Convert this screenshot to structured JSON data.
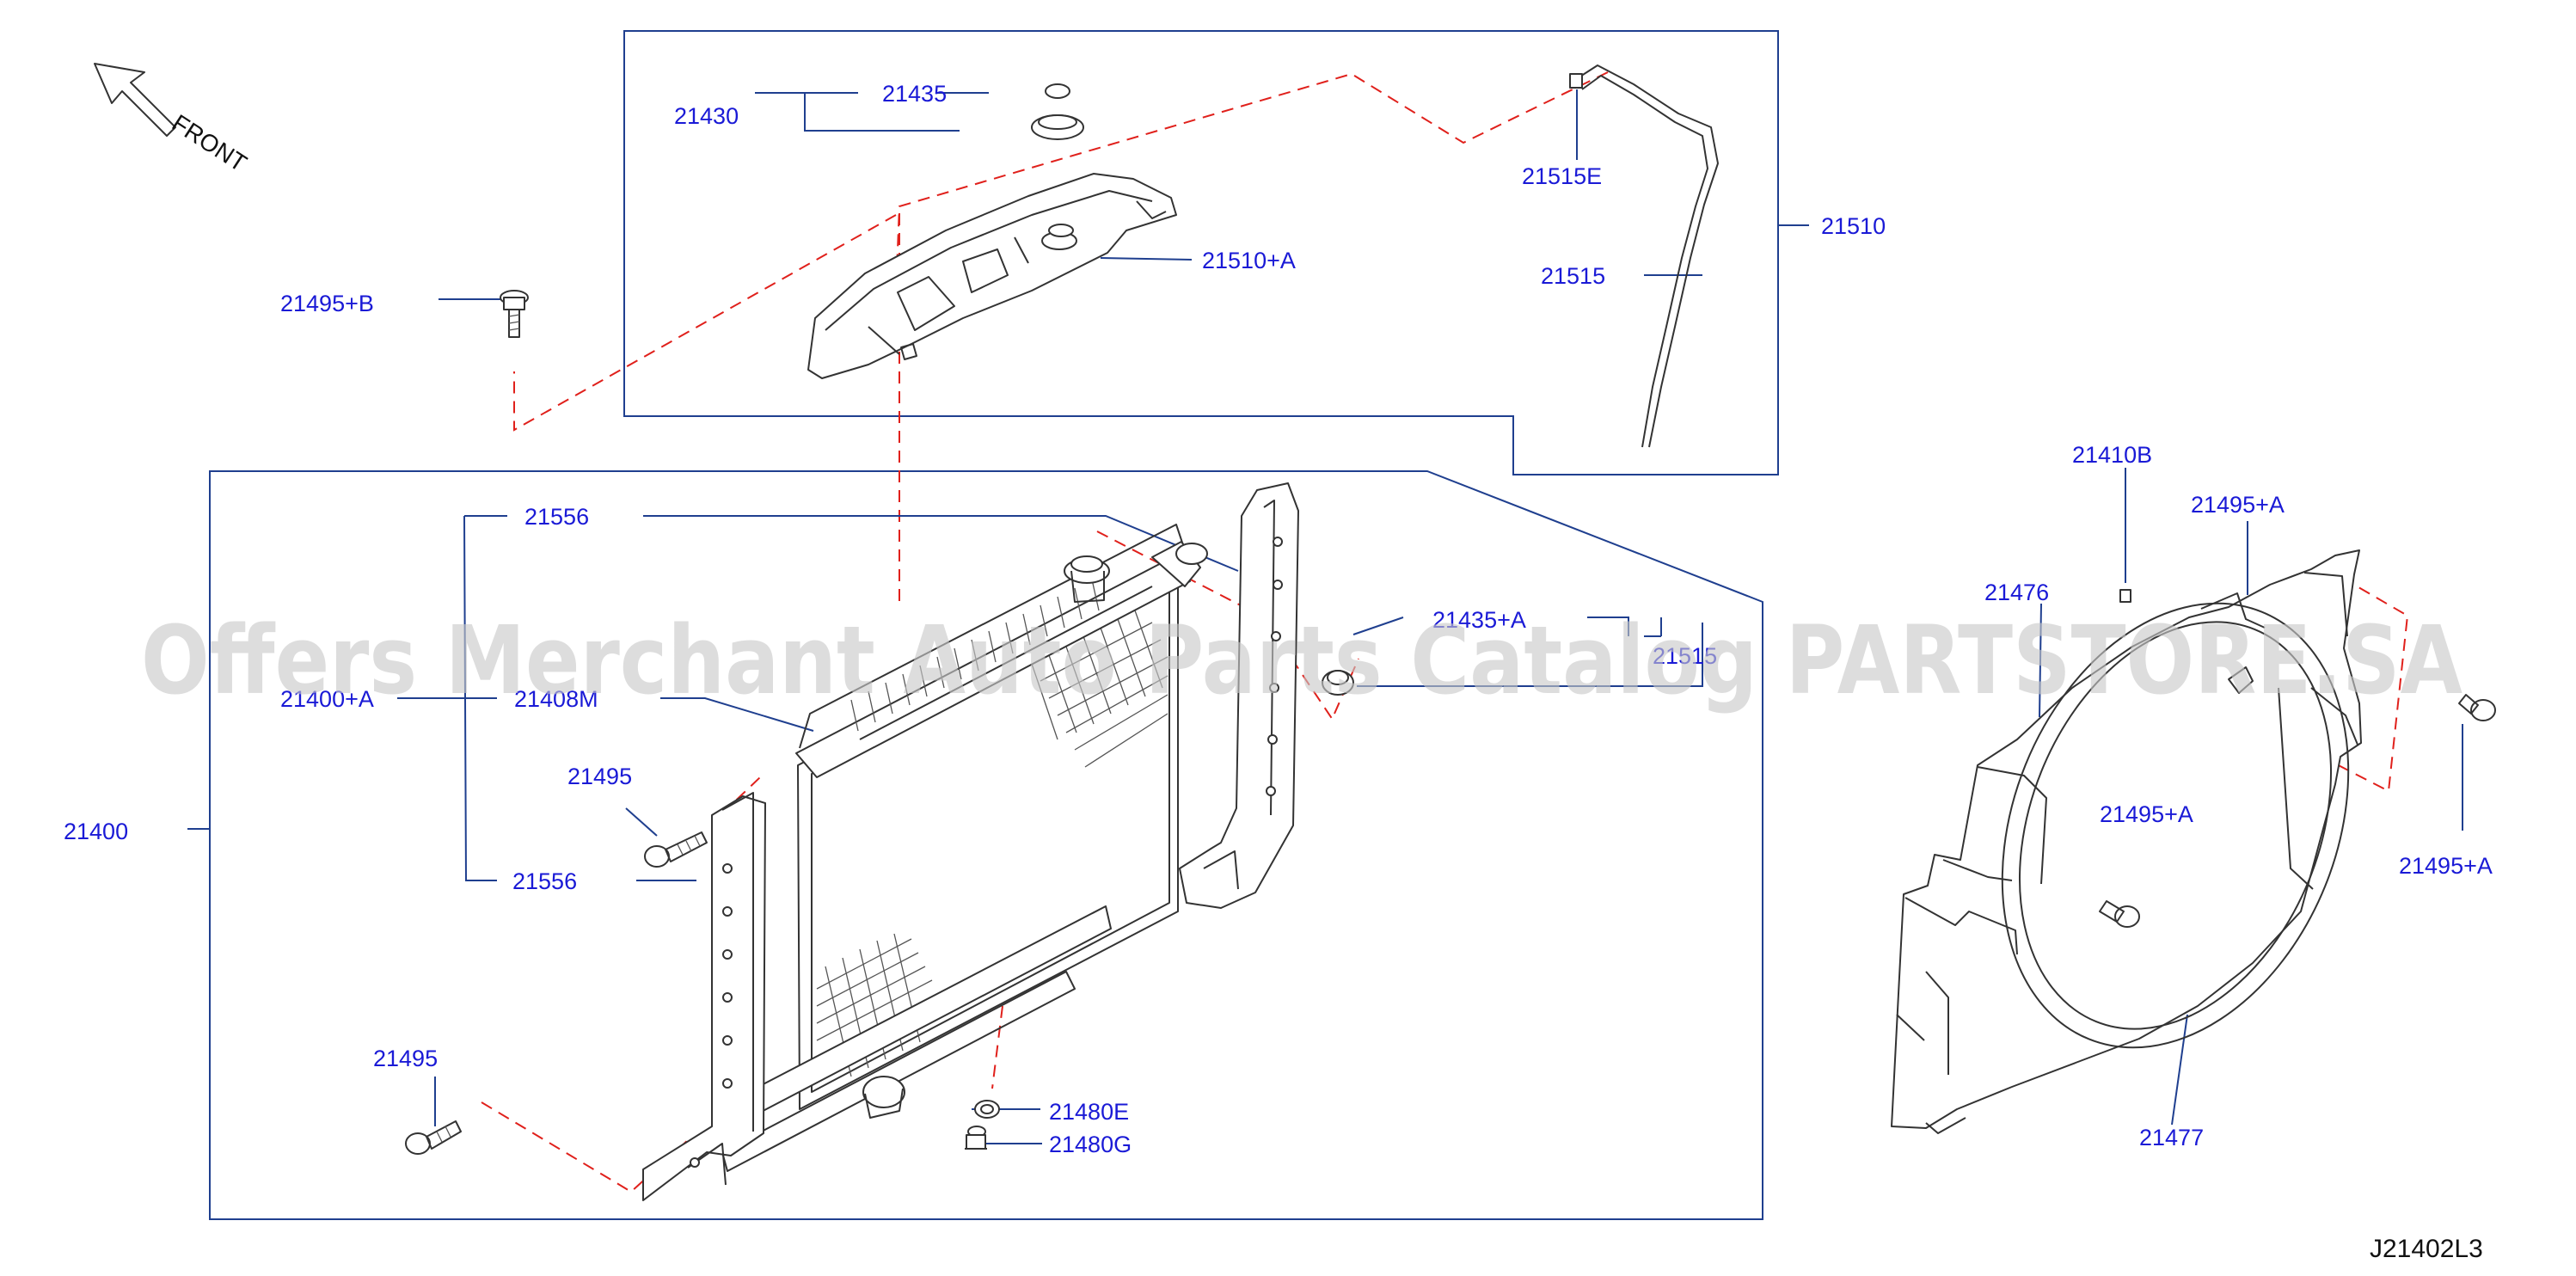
{
  "diagram": {
    "front_label": "FRONT",
    "sheet_code": "J21402L3",
    "watermark": "Offers Merchant Auto Parts Catalog PARTSTORE.SA",
    "callouts": {
      "p21430": "21430",
      "p21435": "21435",
      "p21515E": "21515E",
      "p21510A": "21510+A",
      "p21510": "21510",
      "p21515": "21515",
      "p21495B": "21495+B",
      "p21556_top": "21556",
      "p21400A": "21400+A",
      "p21408M": "21408M",
      "p21435A": "21435+A",
      "p21515_hidden": "21515",
      "p21495_upper": "21495",
      "p21400": "21400",
      "p21556_bottom": "21556",
      "p21495_lower": "21495",
      "p21480E": "21480E",
      "p21480G": "21480G",
      "p21410B": "21410B",
      "p21495A_top": "21495+A",
      "p21476": "21476",
      "p21495A_mid": "21495+A",
      "p21495A_right": "21495+A",
      "p21477": "21477"
    }
  }
}
